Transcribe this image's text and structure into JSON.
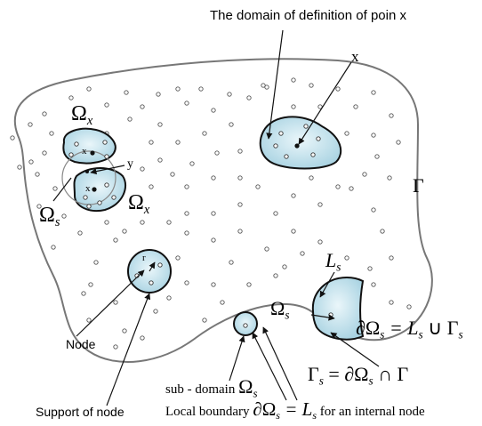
{
  "labels": {
    "domain_def": "The domain of definition of poin x",
    "x_top": "x",
    "gamma": "Γ",
    "omega_x_1": "Ω",
    "omega_x_1_sub": "x",
    "omega_x_2": "Ω",
    "omega_x_2_sub": "x",
    "x_node_1": "x",
    "x_node_2": "x",
    "y": "y",
    "omega_s_left": "Ω",
    "omega_s_left_sub": "s",
    "r": "r",
    "node": "Node",
    "support": "Support of node",
    "L_s": "L",
    "L_s_sub": "s",
    "omega_s_mid": "Ω",
    "omega_s_mid_sub": "s",
    "boundary_eq": "∂Ω",
    "boundary_eq_sub1": "s",
    "boundary_eq_mid": " = L",
    "boundary_eq_sub2": "s",
    "boundary_eq_end": " ∪ Γ",
    "boundary_eq_sub3": "s",
    "gamma_eq": "Γ",
    "gamma_eq_sub1": "s",
    "gamma_eq_mid": " = ∂Ω",
    "gamma_eq_sub2": "s",
    "gamma_eq_end": " ∩ Γ",
    "subdomain_text": "sub - domain ",
    "subdomain_omega": "Ω",
    "subdomain_sub": "s",
    "local_boundary_text": "Local boundary ",
    "local_boundary_eq": "∂Ω",
    "local_boundary_sub1": "s",
    "local_boundary_mid": " = L",
    "local_boundary_sub2": "s",
    "local_boundary_end": " for an internal node"
  },
  "colors": {
    "fill": "#c9e6ef",
    "fill_edge": "#eaf6fa",
    "outline": "#111111",
    "boundary": "#777777",
    "node_ring": "#555555"
  }
}
